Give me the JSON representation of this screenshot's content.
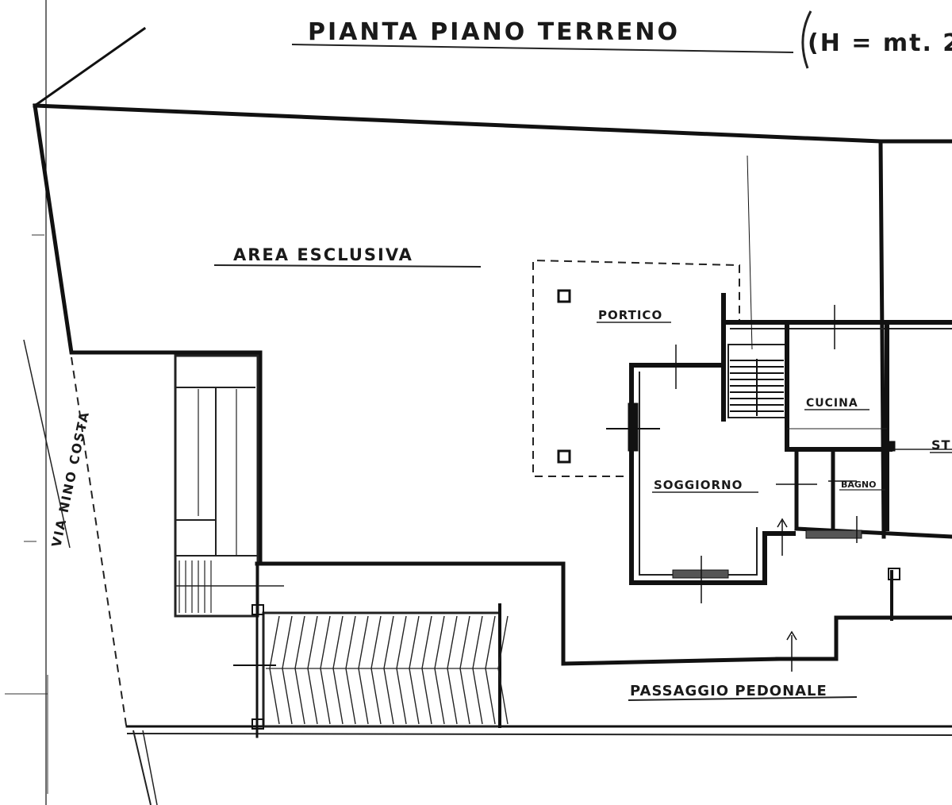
{
  "plan": {
    "title": "PIANTA  PIANO  TERRENO",
    "height_note": "(H = mt. 2.",
    "labels": {
      "area_esclusiva": "AREA   ESCLUSIVA",
      "portico": "PORTICO",
      "cucina": "CUCINA",
      "soggiorno": "SOGGIORNO",
      "bagno": "BAGNO",
      "st": "ST",
      "passaggio_pedonale": "PASSAGGIO   PEDONALE",
      "via": "VIA  NINO  COSTA"
    }
  }
}
